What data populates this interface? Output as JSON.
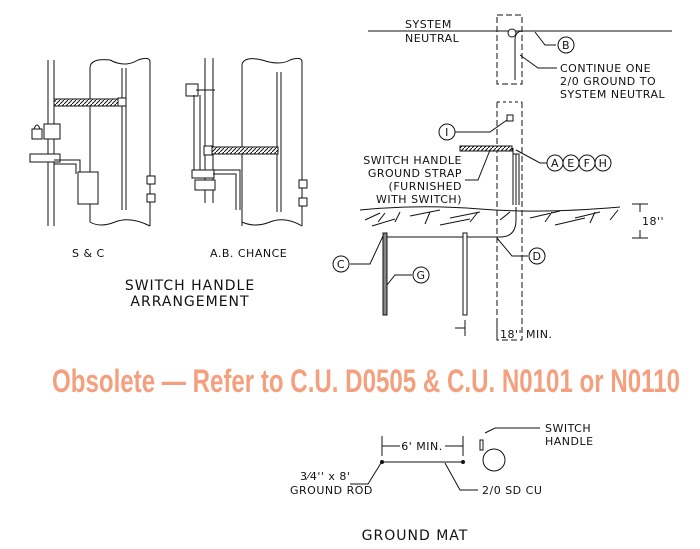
{
  "arrangement": {
    "sc_label": "S & C",
    "chance_label": "A.B. CHANCE",
    "title_line1": "SWITCH HANDLE",
    "title_line2": "ARRANGEMENT"
  },
  "pole_detail": {
    "system_neutral_1": "SYSTEM",
    "system_neutral_2": "NEUTRAL",
    "continue_1": "CONTINUE ONE",
    "continue_2": "2/0 GROUND TO",
    "continue_3": "SYSTEM NEUTRAL",
    "strap_1": "SWITCH HANDLE",
    "strap_2": "GROUND STRAP",
    "strap_3": "(FURNISHED",
    "strap_4": "WITH SWITCH)",
    "depth": "18''",
    "min_spacing": "18'' MIN.",
    "callouts": {
      "b": "B",
      "i": "I",
      "a": "A",
      "e": "E",
      "f": "F",
      "h": "H",
      "c": "C",
      "d": "D",
      "g": "G"
    }
  },
  "obsolete_notice": "Obsolete — Refer to C.U. D0505 & C.U. N0101 or N0110",
  "ground_mat": {
    "min_dim": "6' MIN.",
    "switch_handle_1": "SWITCH",
    "switch_handle_2": "HANDLE",
    "rod_1": "3⁄4'' x 8'",
    "rod_2": "GROUND ROD",
    "wire": "2/0 SD CU",
    "title": "GROUND MAT"
  },
  "colors": {
    "obsolete": "#f4a07f",
    "line": "#111111"
  }
}
